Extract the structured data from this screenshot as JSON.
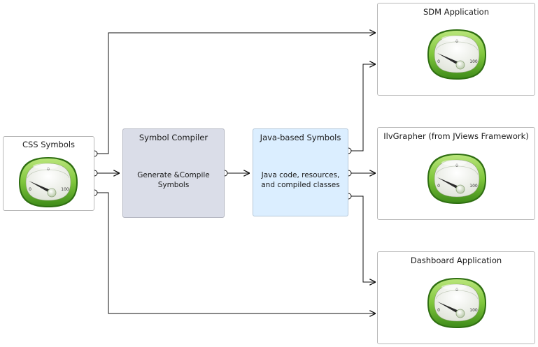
{
  "nodes": {
    "css_symbols": {
      "title": "CSS Symbols"
    },
    "symbol_compiler": {
      "title": "Symbol Compiler",
      "desc": [
        "Generate &Compile",
        "Symbols"
      ]
    },
    "java_symbols": {
      "title": "Java-based Symbols",
      "desc": [
        "Java code, resources,",
        "and compiled classes"
      ]
    },
    "sdm_app": {
      "title": "SDM Application"
    },
    "ilvgrapher": {
      "title": "IlvGrapher (from JViews Framework)"
    },
    "dashboard_app": {
      "title": "Dashboard Application"
    }
  },
  "gauge": {
    "zero_label": "0",
    "min_label": "0",
    "max_label": "100"
  },
  "colors": {
    "node_border": "#b9b9b9",
    "compiler_fill": "#dadde8",
    "java_fill": "#dbeeff",
    "gauge_green": "#7fc63c",
    "connector": "#111111"
  }
}
